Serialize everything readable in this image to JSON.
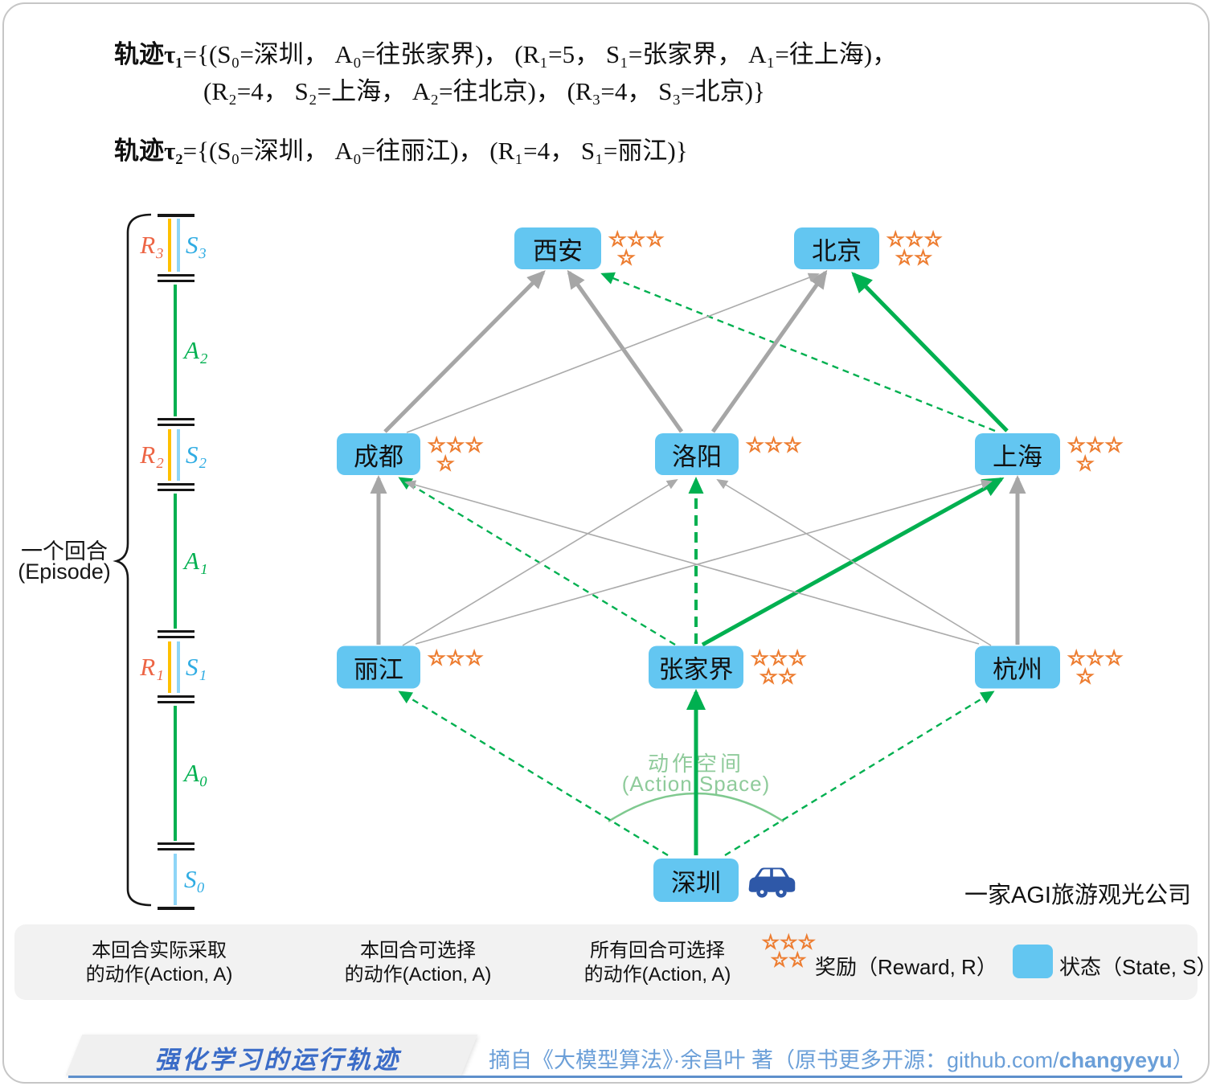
{
  "formulas": {
    "t1_label": "轨迹τ₁",
    "t1_line1": "={(S₀=深圳， A₀=往张家界)， (R₁=5， S₁=张家界， A₁=往上海)，",
    "t1_line2": "(R₂=4， S₂=上海， A₂=往北京)， (R₃=4， S₃=北京)}",
    "t2_label": "轨迹τ₂",
    "t2_line": "={(S₀=深圳， A₀=往丽江)， (R₁=4， S₁=丽江)}"
  },
  "timeline": {
    "episode_cn": "一个回合",
    "episode_en": "(Episode)",
    "steps": [
      {
        "kind": "rs",
        "r": "R₃",
        "s": "S₃"
      },
      {
        "kind": "a",
        "a": "A₂"
      },
      {
        "kind": "rs",
        "r": "R₂",
        "s": "S₂"
      },
      {
        "kind": "a",
        "a": "A₁"
      },
      {
        "kind": "rs",
        "r": "R₁",
        "s": "S₁"
      },
      {
        "kind": "a",
        "a": "A₀"
      },
      {
        "kind": "s",
        "s": "S₀"
      }
    ]
  },
  "graph": {
    "nodes": [
      {
        "id": "xian",
        "label": "西安",
        "stars": [
          3,
          1
        ]
      },
      {
        "id": "beijing",
        "label": "北京",
        "stars": [
          3,
          2
        ]
      },
      {
        "id": "chengdu",
        "label": "成都",
        "stars": [
          3,
          1
        ]
      },
      {
        "id": "luoyang",
        "label": "洛阳",
        "stars": [
          3,
          0
        ]
      },
      {
        "id": "shanghai",
        "label": "上海",
        "stars": [
          3,
          1
        ]
      },
      {
        "id": "lijiang",
        "label": "丽江",
        "stars": [
          3,
          0
        ]
      },
      {
        "id": "zhangjiajie",
        "label": "张家界",
        "stars": [
          3,
          2
        ]
      },
      {
        "id": "hangzhou",
        "label": "杭州",
        "stars": [
          3,
          1
        ]
      },
      {
        "id": "shenzhen",
        "label": "深圳",
        "stars": [
          0,
          0
        ]
      }
    ],
    "edges": [
      {
        "from": "shenzhen",
        "to": "zhangjiajie",
        "type": "solid_green"
      },
      {
        "from": "zhangjiajie",
        "to": "shanghai",
        "type": "solid_green"
      },
      {
        "from": "shanghai",
        "to": "beijing",
        "type": "solid_green"
      },
      {
        "from": "shenzhen",
        "to": "lijiang",
        "type": "dashed_green"
      },
      {
        "from": "shenzhen",
        "to": "hangzhou",
        "type": "dashed_green"
      },
      {
        "from": "zhangjiajie",
        "to": "chengdu",
        "type": "dashed_green"
      },
      {
        "from": "zhangjiajie",
        "to": "luoyang",
        "type": "dashed_green_thick"
      },
      {
        "from": "shanghai",
        "to": "xian",
        "type": "dashed_green"
      },
      {
        "from": "chengdu",
        "to": "xian",
        "type": "gray_thick"
      },
      {
        "from": "luoyang",
        "to": "xian",
        "type": "gray_thick"
      },
      {
        "from": "luoyang",
        "to": "beijing",
        "type": "gray_thick"
      },
      {
        "from": "lijiang",
        "to": "chengdu",
        "type": "gray_thick"
      },
      {
        "from": "hangzhou",
        "to": "shanghai",
        "type": "gray_thick"
      },
      {
        "from": "chengdu",
        "to": "beijing",
        "type": "gray_thin"
      },
      {
        "from": "lijiang",
        "to": "luoyang",
        "type": "gray_thin"
      },
      {
        "from": "lijiang",
        "to": "shanghai",
        "type": "gray_thin"
      },
      {
        "from": "hangzhou",
        "to": "luoyang",
        "type": "gray_thin"
      },
      {
        "from": "hangzhou",
        "to": "chengdu",
        "type": "gray_thin"
      }
    ],
    "action_space_cn": "动作空间",
    "action_space_en": "(Action Space)",
    "company": "一家AGI旅游观光公司"
  },
  "legend": {
    "items": [
      {
        "type": "solid_green",
        "line1": "本回合实际采取",
        "line2": "的动作(Action, A)"
      },
      {
        "type": "dashed_green",
        "line1": "本回合可选择",
        "line2": "的动作(Action, A)"
      },
      {
        "type": "gray",
        "line1": "所有回合可选择",
        "line2": "的动作(Action, A)"
      },
      {
        "type": "stars",
        "label": "奖励（Reward, R）",
        "star_rows": [
          3,
          2
        ]
      },
      {
        "type": "state",
        "label": "状态（State, S）"
      }
    ]
  },
  "footer": {
    "title": "强化学习的运行轨迹",
    "source_prefix": "摘自《大模型算法》·余昌叶 著（原书更多开源：github.com/",
    "source_bold": "changyeyu",
    "source_suffix": "）"
  },
  "colors": {
    "green": "#00B050",
    "gray_thick": "#A6A6A6",
    "gray_thin": "#ABABAB",
    "node_blue": "#63C6F1",
    "star_orange": "#ED7D31",
    "r_orange": "#ED6545",
    "s_blue": "#2FACE3",
    "a_green": "#00B050",
    "yellow": "#FFC000",
    "light_blue_line": "#8ED5F7",
    "arc_green": "#7FC98F",
    "label_green": "#8FCB9B",
    "footer_title_blue": "#3B6CC7",
    "footer_text_blue": "#6B9FD8"
  }
}
